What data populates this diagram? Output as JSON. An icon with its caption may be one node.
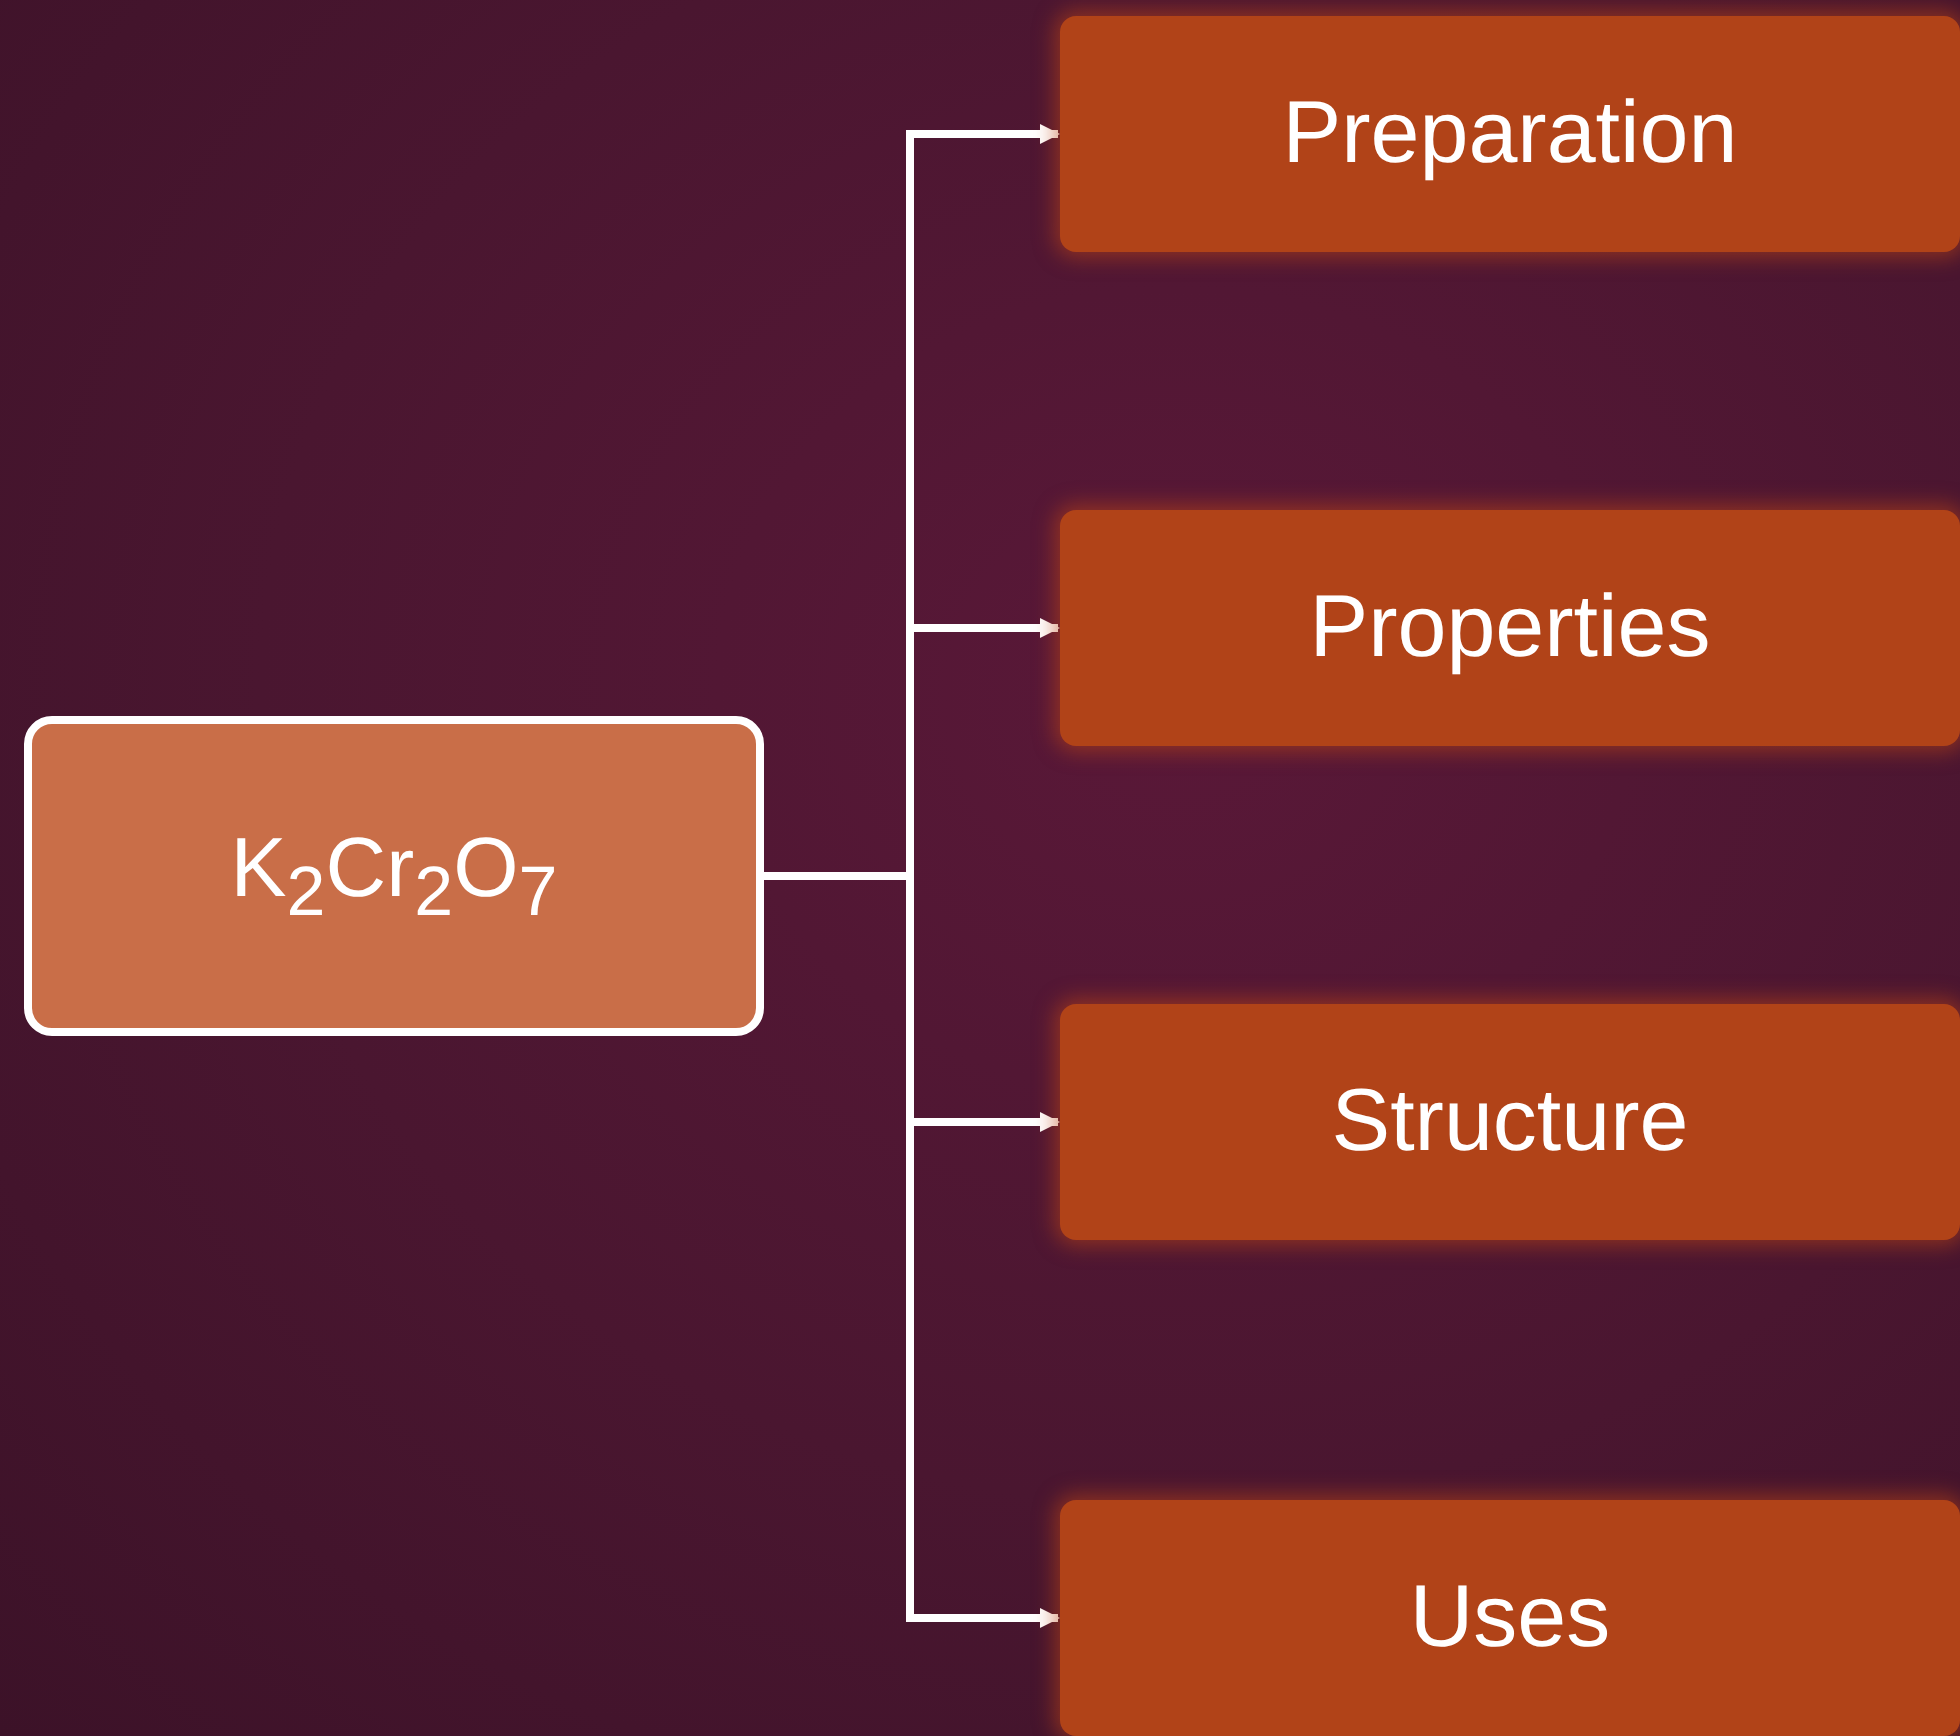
{
  "diagram": {
    "nodes": [
      {
        "text": [
          "K$_{2}$Cr$_{2}$O$_{7}$"
        ]
      },
      {
        "text": [
          "Preparation"
        ]
      },
      {
        "text": [
          "Properties"
        ]
      },
      {
        "text": [
          "Structure"
        ]
      },
      {
        "text": [
          "Uses"
        ]
      }
    ],
    "edges": [
      {
        "from": 0,
        "to": 1,
        "arrow": "to"
      },
      {
        "from": 0,
        "to": 2,
        "arrow": "to"
      },
      {
        "from": 0,
        "to": 3,
        "arrow": "to"
      },
      {
        "from": 0,
        "to": 4,
        "arrow": "to"
      }
    ]
  }
}
